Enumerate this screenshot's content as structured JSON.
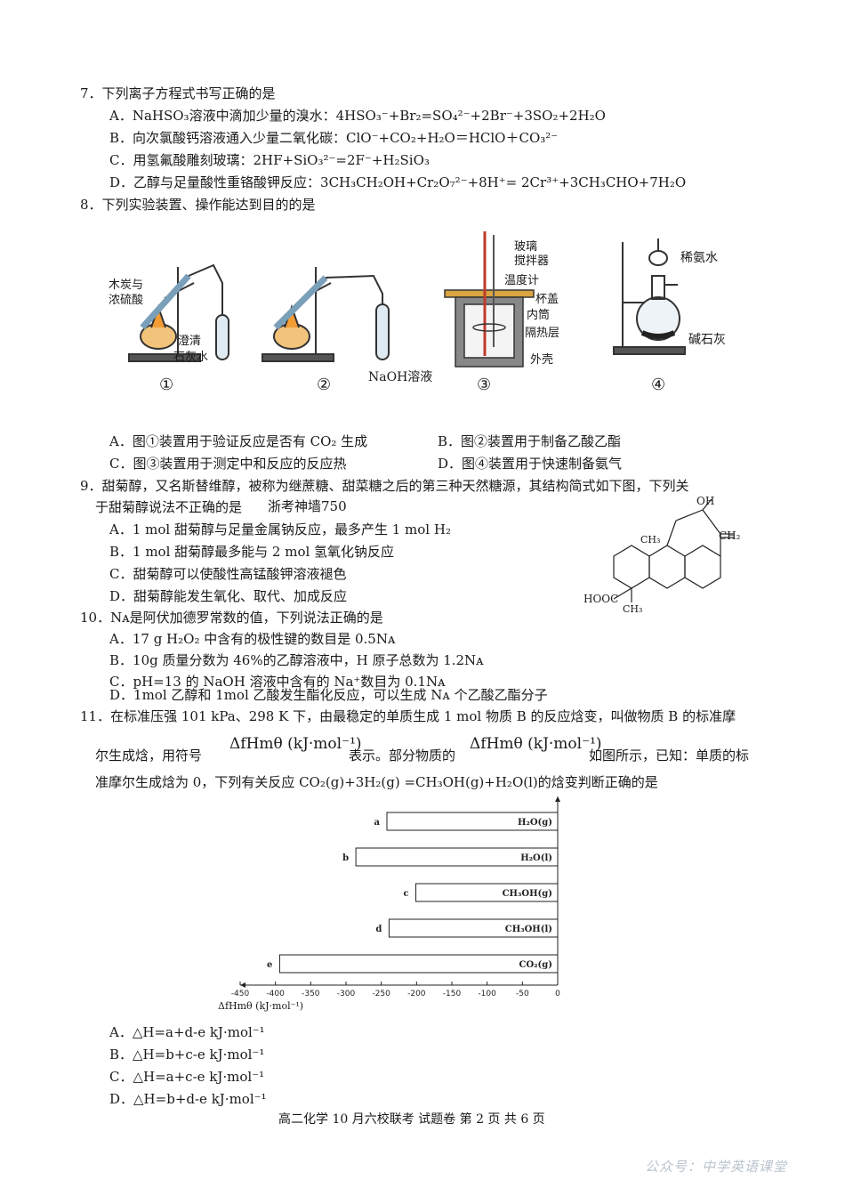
{
  "q7": {
    "stem": "7．下列离子方程式书写正确的是",
    "A": "A．NaHSO₃溶液中滴加少量的溴水：4HSO₃⁻+Br₂=SO₄²⁻+2Br⁻+3SO₂+2H₂O",
    "B": "B．向次氯酸钙溶液通入少量二氧化碳：ClO⁻+CO₂+H₂O＝HClO＋CO₃²⁻",
    "C": "C．用氢氟酸雕刻玻璃：2HF+SiO₃²⁻=2F⁻+H₂SiO₃",
    "D": "D．乙醇与足量酸性重铬酸钾反应：3CH₃CH₂OH+Cr₂O₇²⁻+8H⁺= 2Cr³⁺+3CH₃CHO+7H₂O"
  },
  "q8": {
    "stem": "8．下列实验装置、操作能达到目的的是",
    "fig_labels": {
      "l1a": "木炭与",
      "l1b": "浓硫酸",
      "l1c": "澄清",
      "l1d": "石灰水",
      "l2a": "NaOH溶液",
      "l3a": "玻璃",
      "l3b": "搅拌器",
      "l3c": "温度计",
      "l3d": "杯盖",
      "l3e": "内筒",
      "l3f": "隔热层",
      "l3g": "外壳",
      "l4a": "稀氨水",
      "l4b": "碱石灰",
      "n1": "①",
      "n2": "②",
      "n3": "③",
      "n4": "④"
    },
    "A": "A．图①装置用于验证反应是否有 CO₂ 生成",
    "B": "B．图②装置用于制备乙酸乙酯",
    "C": "C．图③装置用于测定中和反应的反应热",
    "D": "D．图④装置用于快速制备氨气"
  },
  "q9": {
    "stem1": "9．甜菊醇，又名斯替维醇，被称为继蔗糖、甜菜糖之后的第三种天然糖源，其结构简式如下图，下列关",
    "stem2": "于甜菊醇说法不正确的是",
    "stamp": "浙考神墙750",
    "A": "A．1 mol  甜菊醇与足量金属钠反应，最多产生 1 mol H₂",
    "B": "B．1 mol  甜菊醇最多能与 2 mol 氢氧化钠反应",
    "C": "C．甜菊醇可以使酸性高锰酸钾溶液褪色",
    "D": "D．甜菊醇能发生氧化、取代、加成反应",
    "struct": {
      "oh": "OH",
      "ch2": "CH₂",
      "ch3a": "CH₃",
      "hooc": "HOOC",
      "ch3b": "CH₃"
    }
  },
  "q10": {
    "stem": "10．Nᴀ是阿伏加德罗常数的值，下列说法正确的是",
    "A": "A．17 g H₂O₂ 中含有的极性键的数目是 0.5Nᴀ",
    "B": "B．10g 质量分数为 46%的乙醇溶液中，H 原子总数为 1.2Nᴀ",
    "C": "C．pH=13 的 NaOH 溶液中含有的 Na⁺数目为 0.1Nᴀ",
    "D": "D．1mol 乙醇和 1mol 乙酸发生酯化反应，可以生成 Nᴀ 个乙酸乙酯分子"
  },
  "q11": {
    "stem1": "11．在标准压强 101 kPa、298 K 下，由最稳定的单质生成 1 mol 物质 B 的反应焓变，叫做物质 B 的标准摩",
    "stem2a": "尔生成焓，用符号",
    "symbol": "ΔfHmθ (kJ·mol⁻¹)",
    "stem2b": "表示。部分物质的",
    "stem2c": "如图所示，已知：单质的标",
    "stem3": "准摩尔生成焓为 0，下列有关反应 CO₂(g)+3H₂(g) =CH₃OH(g)+H₂O(l)的焓变判断正确的是",
    "A": "A．△H=a+d-e kJ·mol⁻¹",
    "B": "B．△H=b+c-e kJ·mol⁻¹",
    "C": "C．△H=a+c-e kJ·mol⁻¹",
    "D": "D．△H=b+d-e kJ·mol⁻¹"
  },
  "chart_data": {
    "type": "bar",
    "orientation": "horizontal",
    "categories": [
      "H₂O(g)",
      "H₂O(l)",
      "CH₃OH(g)",
      "CH₃OH(l)",
      "CO₂(g)"
    ],
    "bar_letters": [
      "a",
      "b",
      "c",
      "d",
      "e"
    ],
    "values": [
      -242,
      -286,
      -201,
      -239,
      -394
    ],
    "xlim": [
      -450,
      0
    ],
    "xticks": [
      "-450",
      "-400",
      "-350",
      "-300",
      "-250",
      "-200",
      "-150",
      "-100",
      "-50",
      "0"
    ],
    "xlabel": "ΔfHmθ (kJ·mol⁻¹)",
    "grid": false
  },
  "footer": "高二化学 10 月六校联考  试题卷   第 2 页  共 6 页",
  "watermark": "公众号：中学英语课堂"
}
